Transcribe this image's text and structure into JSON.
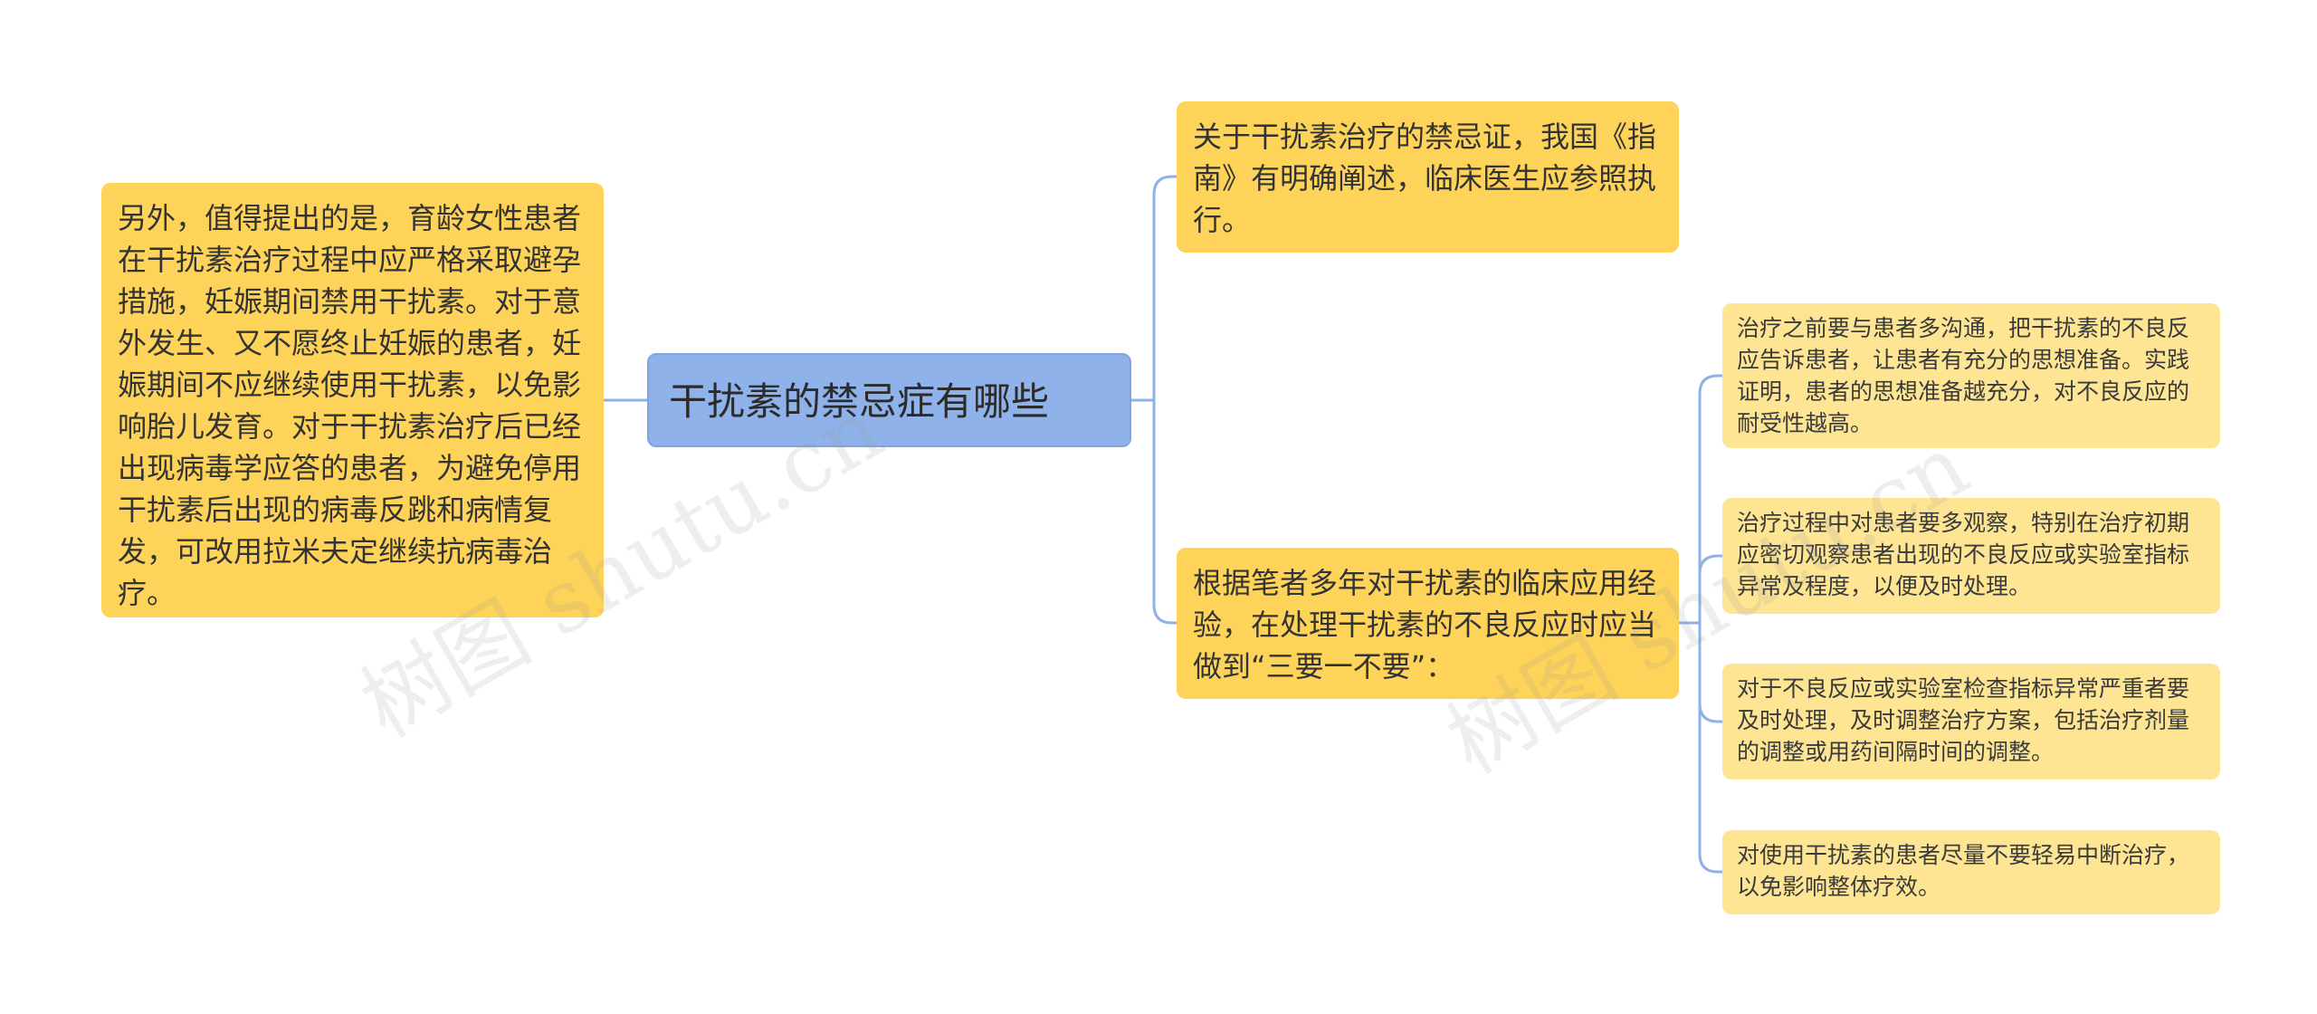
{
  "root": {
    "label": "干扰素的禁忌症有哪些"
  },
  "left_node": {
    "text": "另外，值得提出的是，育龄女性患者在干扰素治疗过程中应严格采取避孕措施，妊娠期间禁用干扰素。对于意外发生、又不愿终止妊娠的患者，妊娠期间不应继续使用干扰素，以免影响胎儿发育。对于干扰素治疗后已经出现病毒学应答的患者，为避免停用干扰素后出现的病毒反跳和病情复发，可改用拉米夫定继续抗病毒治疗。"
  },
  "right_nodes": [
    {
      "text": "关于干扰素治疗的禁忌证，我国《指南》有明确阐述，临床医生应参照执行。"
    },
    {
      "text": "根据笔者多年对干扰素的临床应用经验，在处理干扰素的不良反应时应当做到“三要一不要”：",
      "children": [
        {
          "text": "治疗之前要与患者多沟通，把干扰素的不良反应告诉患者，让患者有充分的思想准备。实践证明，患者的思想准备越充分，对不良反应的耐受性越高。"
        },
        {
          "text": "治疗过程中对患者要多观察，特别在治疗初期应密切观察患者出现的不良反应或实验室指标异常及程度，以便及时处理。"
        },
        {
          "text": "对于不良反应或实验室检查指标异常严重者要及时处理，及时调整治疗方案，包括治疗剂量的调整或用药间隔时间的调整。"
        },
        {
          "text": "对使用干扰素的患者尽量不要轻易中断治疗，以免影响整体疗效。"
        }
      ]
    }
  ],
  "watermarks": [
    "树图 shutu.cn",
    "树图 shutu.cn"
  ],
  "colors": {
    "root_fill": "#8fb2ea",
    "level1_fill": "#fdd35a",
    "level2_fill": "#fde594",
    "connector": "#8fb1e8"
  }
}
